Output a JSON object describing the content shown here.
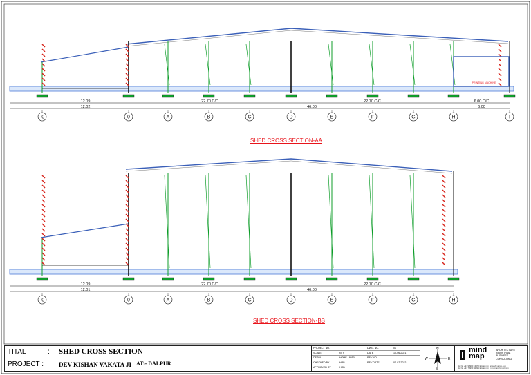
{
  "sections": [
    {
      "caption": "SHED CROSS SECTION-AA",
      "grid_labels": [
        "-0",
        "0",
        "A",
        "B",
        "C",
        "D",
        "E",
        "F",
        "G",
        "H",
        "I"
      ],
      "dims_upper": [
        "12.09",
        "22.70 C/C",
        "22.70 C/C",
        "6.00 C/C"
      ],
      "dims_lower": [
        "12.02",
        "46.00",
        "6.00"
      ],
      "room_note": "PRINTING MACHINE"
    },
    {
      "caption": "SHED CROSS SECTION-BB",
      "grid_labels": [
        "-0",
        "0",
        "A",
        "B",
        "C",
        "D",
        "E",
        "F",
        "G",
        "H"
      ],
      "dims_upper": [
        "12.09",
        "22.70 C/C",
        "22.70 C/C"
      ],
      "dims_lower": [
        "12.01",
        "46.00"
      ]
    }
  ],
  "title_block": {
    "title_label": "TITAL",
    "title_value": "SHED CROSS SECTION",
    "project_label": "PROJECT :",
    "project_value": "DEV KISHAN VAKATA JI",
    "location": "AT:- DALPUR",
    "info": [
      {
        "k": "PROJECT NO.",
        "v": "",
        "k2": "DWG. NO.",
        "v2": "01"
      },
      {
        "k": "SCALE",
        "v": "NTS",
        "k2": "DATE",
        "v2": "10-06-2021"
      },
      {
        "k": "DETAIL",
        "v": "HOME 18050",
        "k2": "REV NO.",
        "v2": ""
      },
      {
        "k": "CHECKED BY",
        "v": "HRB",
        "k2": "REV DATE",
        "v2": "07-07-2022"
      },
      {
        "k": "APPROVED BY",
        "v": "HRB",
        "k2": "",
        "v2": ""
      }
    ],
    "compass": {
      "n": "N",
      "s": "S",
      "e": "E",
      "w": "W"
    },
    "logo": {
      "line1": "mind",
      "line2": "map",
      "tagline": [
        "ARCHITECTURE",
        "INDUSTRIAL",
        "BUSINESS",
        "CONSULTING"
      ],
      "contact": [
        "Mo No +91 98980 13476  E-Mail mm_arhus@yahoo.com",
        "Mo No +91 79990 42821  E-Mail mm_mindmap@gmail.com"
      ]
    }
  },
  "colors": {
    "roof": "#3a5fb8",
    "column": "#0f9d2a",
    "slab": "#4b78d8",
    "brace": "#d7261e",
    "text_red": "#e8141b"
  }
}
